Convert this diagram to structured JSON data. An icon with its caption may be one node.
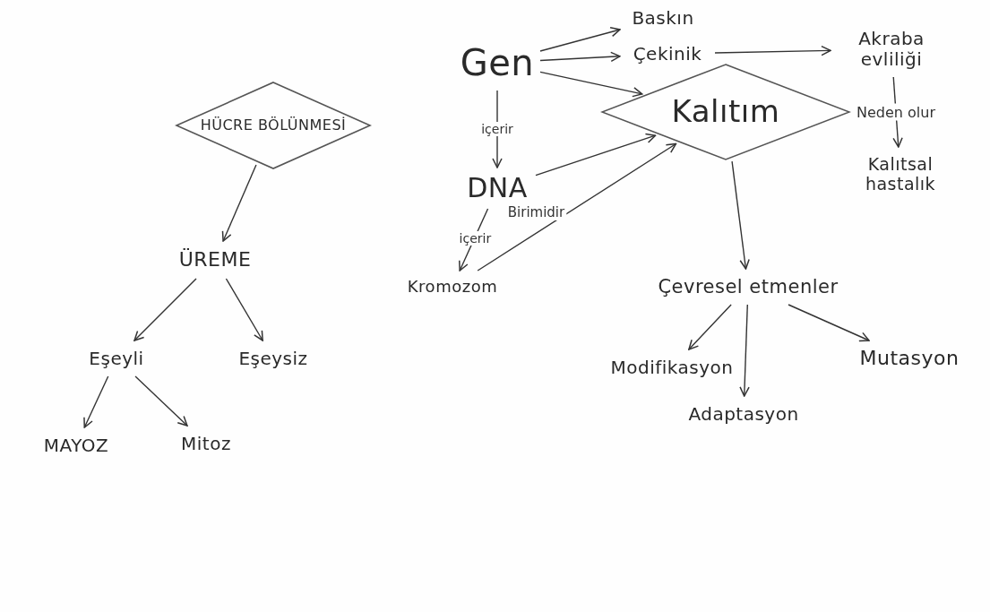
{
  "diagram": {
    "nodes": [
      {
        "text": [
          "HÜCRE BÖLÜNMESİ"
        ]
      },
      {
        "text": [
          "ÜREME"
        ]
      },
      {
        "text": [
          "Eşeyli"
        ]
      },
      {
        "text": [
          "Eşeysiz"
        ]
      },
      {
        "text": [
          "MAYOZ"
        ]
      },
      {
        "text": [
          "Mitoz"
        ]
      },
      {
        "text": [
          "Gen"
        ]
      },
      {
        "text": [
          "Baskın"
        ]
      },
      {
        "text": [
          "Çekinik"
        ]
      },
      {
        "text": [
          "Akraba evliliği"
        ]
      },
      {
        "text": [
          "Kalıtım"
        ]
      },
      {
        "text": [
          "DNA"
        ]
      },
      {
        "text": [
          "Kromozom"
        ]
      },
      {
        "text": [
          "Kalıtsal hastalık"
        ]
      },
      {
        "text": [
          "Çevresel etmenler"
        ]
      },
      {
        "text": [
          "Modifikasyon"
        ]
      },
      {
        "text": [
          "Adaptasyon"
        ]
      },
      {
        "text": [
          "Mutasyon"
        ]
      }
    ],
    "edges": [
      {
        "from": 0,
        "to": 1,
        "arrow": "to"
      },
      {
        "from": 1,
        "to": 2,
        "arrow": "to"
      },
      {
        "from": 1,
        "to": 3,
        "arrow": "to"
      },
      {
        "from": 2,
        "to": 4,
        "arrow": "to"
      },
      {
        "from": 2,
        "to": 5,
        "arrow": "to"
      },
      {
        "from": 6,
        "to": 7,
        "arrow": "to"
      },
      {
        "from": 6,
        "to": 8,
        "arrow": "to"
      },
      {
        "from": 8,
        "to": 9,
        "arrow": "to"
      },
      {
        "from": 6,
        "to": 10,
        "arrow": "to"
      },
      {
        "from": 6,
        "to": 11,
        "label": "içerir",
        "arrow": "to"
      },
      {
        "from": 11,
        "to": 10,
        "arrow": "to"
      },
      {
        "from": 11,
        "to": 12,
        "label": "içerir",
        "arrow": "to"
      },
      {
        "from": 12,
        "to": 10,
        "label": "Birimidir",
        "arrow": "to"
      },
      {
        "from": 9,
        "to": 13,
        "label": "Neden olur",
        "arrow": "to"
      },
      {
        "from": 10,
        "to": 14,
        "arrow": "to"
      },
      {
        "from": 14,
        "to": 15,
        "arrow": "to"
      },
      {
        "from": 14,
        "to": 16,
        "arrow": "to"
      },
      {
        "from": 14,
        "to": 17,
        "arrow": "to"
      }
    ]
  }
}
